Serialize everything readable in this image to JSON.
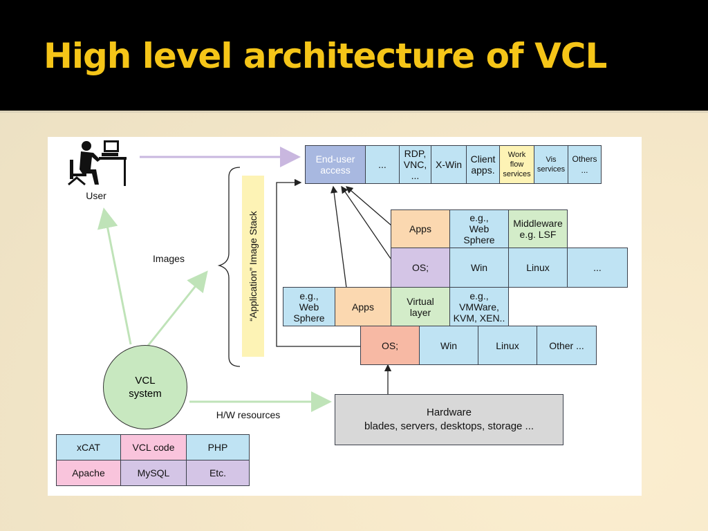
{
  "slide": {
    "title": "High level architecture of VCL"
  },
  "diagram": {
    "user_label": "User",
    "images_label": "Images",
    "stack_label": "“Application” Image Stack",
    "vcl_system": "VCL\nsystem",
    "hw_resources_label": "H/W resources",
    "hardware": "Hardware\nblades, servers, desktops, storage ...",
    "access_row": [
      "End-user\naccess",
      "...",
      "RDP,\nVNC,\n...",
      "X-Win",
      "Client\napps.",
      "Work\nflow\nservices",
      "Vis\nservices",
      "Others\n..."
    ],
    "upper_apps_row": [
      "Apps",
      "e.g.,\nWeb\nSphere",
      "Middleware\ne.g. LSF"
    ],
    "upper_os_row": [
      "OS;",
      "Win",
      "Linux",
      "..."
    ],
    "mid_row": [
      "e.g.,\nWeb\nSphere",
      "Apps",
      "Virtual\nlayer",
      "e.g.,\nVMWare,\nKVM, XEN.."
    ],
    "lower_os_row": [
      "OS;",
      "Win",
      "Linux",
      "Other ..."
    ],
    "components": [
      [
        "xCAT",
        "VCL code",
        "PHP"
      ],
      [
        "Apache",
        "MySQL",
        "Etc."
      ]
    ]
  }
}
